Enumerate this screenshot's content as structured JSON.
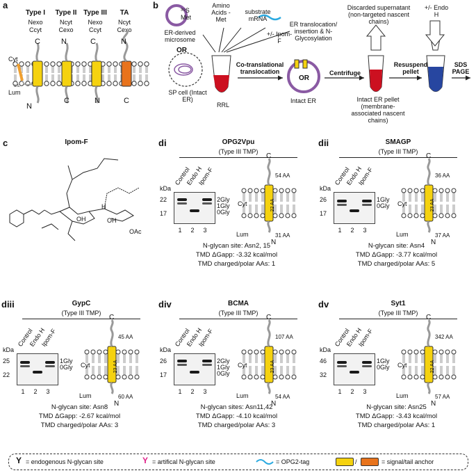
{
  "panels": {
    "a": {
      "letter": "a",
      "types": [
        {
          "name": "Type I",
          "l1": "Nexo",
          "l2": "Ccyt",
          "top": "C",
          "bottom": "N"
        },
        {
          "name": "Type II",
          "l1": "Ncyt",
          "l2": "Cexo",
          "top": "N",
          "bottom": "C"
        },
        {
          "name": "Type III",
          "l1": "Nexo",
          "l2": "Ccyt",
          "top": "C",
          "bottom": "N"
        },
        {
          "name": "TA",
          "l1": "Ncyt",
          "l2": "Cexo",
          "top": "N",
          "bottom": "C"
        }
      ],
      "cyt": "Cyt",
      "lum": "Lum",
      "ss": "s.s."
    },
    "b": {
      "letter": "b",
      "met": "³⁵S Met",
      "amino": "Amino Acids - Met",
      "substrate": "substrate mRNA",
      "microsome": "ER-derived microsome",
      "or1": "OR",
      "ipom": "+/- Ipom-F",
      "sp": "SP cell (Intact ER)",
      "rrl": "RRL",
      "cotrans": "Co-translational translocation",
      "er_trans": "ER translocation/ insertion & N-Glycosylation",
      "or2": "OR",
      "intact": "Intact ER",
      "centrifuge": "Centrifuge",
      "discard": "Discarded supernatant (non-targeted nascent chains)",
      "pellet": "Intact ER pellet (membrane-associated nascent chains)",
      "resuspend": "Resuspend pellet",
      "endoh": "+/- Endo H",
      "sds": "SDS PAGE"
    },
    "c": {
      "letter": "c",
      "title": "Ipom-F",
      "oac": "OAc",
      "oh1": "OH",
      "oh2": "OH",
      "h": "H"
    },
    "blots": [
      {
        "letter": "di",
        "name": "OPG2Vpu",
        "type": "(Type III TMP)",
        "kda": "kDa",
        "markers": [
          "22",
          "17"
        ],
        "bands": [
          "2Gly",
          "1Gly",
          "0Gly"
        ],
        "lanes": [
          "Control",
          "Endo H",
          "Ipom-F"
        ],
        "nums": [
          "1",
          "2",
          "3"
        ],
        "cyt": "Cyt",
        "lum": "Lum",
        "c": "C",
        "n": "N",
        "tmd": "22 AA",
        "top_aa": "54 AA",
        "bot_aa": "31 AA",
        "site": "N-glycan site: Asn2, 15",
        "dg": "TMD ΔGapp: -3.32 kcal/mol",
        "polar": "TMD charged/polar AAs: 1"
      },
      {
        "letter": "dii",
        "name": "SMAGP",
        "type": "(Type III TMP)",
        "kda": "kDa",
        "markers": [
          "26",
          "17"
        ],
        "bands": [
          "1Gly",
          "0Gly"
        ],
        "lanes": [
          "Control",
          "Endo H",
          "Ipom-F"
        ],
        "nums": [
          "1",
          "2",
          "3"
        ],
        "cyt": "Cyt",
        "lum": "Lum",
        "c": "C",
        "n": "N",
        "tmd": "23 AA",
        "top_aa": "36 AA",
        "bot_aa": "37 AA",
        "site": "N-glycan site: Asn4",
        "dg": "TMD ΔGapp: -3.77 kcal/mol",
        "polar": "TMD charged/polar AAs: 5"
      },
      {
        "letter": "diii",
        "name": "GypC",
        "type": "(Type III TMP)",
        "kda": "kDa",
        "markers": [
          "25",
          "22"
        ],
        "bands": [
          "1Gly",
          "0Gly"
        ],
        "lanes": [
          "Control",
          "Endo H",
          "Ipom-F"
        ],
        "nums": [
          "1",
          "2",
          "3"
        ],
        "cyt": "Cyt",
        "lum": "Lum",
        "c": "C",
        "n": "N",
        "tmd": "23 AA",
        "top_aa": "45 AA",
        "bot_aa": "60 AA",
        "site": "N-glycan site: Asn8",
        "dg": "TMD ΔGapp: -2.67 kcal/mol",
        "polar": "TMD charged/polar AAs: 3"
      },
      {
        "letter": "div",
        "name": "BCMA",
        "type": "(Type III TMP)",
        "kda": "kDa",
        "markers": [
          "26",
          "17"
        ],
        "bands": [
          "2Gly",
          "1Gly",
          "0Gly"
        ],
        "lanes": [
          "Control",
          "Endo H",
          "Ipom-F"
        ],
        "nums": [
          "1",
          "2",
          "3"
        ],
        "cyt": "Cyt",
        "lum": "Lum",
        "c": "C",
        "n": "N",
        "tmd": "23 AA",
        "top_aa": "107 AA",
        "bot_aa": "54 AA",
        "site": "N-glycan sites: Asn11,42",
        "dg": "TMD ΔGapp: -4.10 kcal/mol",
        "polar": "TMD charged/polar AAs: 3"
      },
      {
        "letter": "dv",
        "name": "Syt1",
        "type": "(Type III TMP)",
        "kda": "kDa",
        "markers": [
          "46",
          "32"
        ],
        "bands": [
          "1Gly",
          "0Gly"
        ],
        "lanes": [
          "Control",
          "Endo H",
          "Ipom-F"
        ],
        "nums": [
          "1",
          "2",
          "3"
        ],
        "cyt": "Cyt",
        "lum": "Lum",
        "c": "C",
        "n": "N",
        "tmd": "22 AA",
        "top_aa": "342 AA",
        "bot_aa": "57 AA",
        "site": "N-glycan site: Asn25",
        "dg": "TMD ΔGapp: -3.43 kcal/mol",
        "polar": "TMD charged/polar AAs: 1"
      }
    ],
    "legend": {
      "endo": "= endogenous N-glycan site",
      "art": "= artifical N-glycan site",
      "opg": "= OPG2-tag",
      "anchor": "= signal/tail anchor",
      "slash": "/"
    }
  },
  "colors": {
    "yellow": "#f5d20f",
    "orange": "#e8731c",
    "magenta": "#e0218a",
    "cyan": "#2aa9e0",
    "purple": "#8a5aa3",
    "lipid_head": "#ffffff"
  }
}
